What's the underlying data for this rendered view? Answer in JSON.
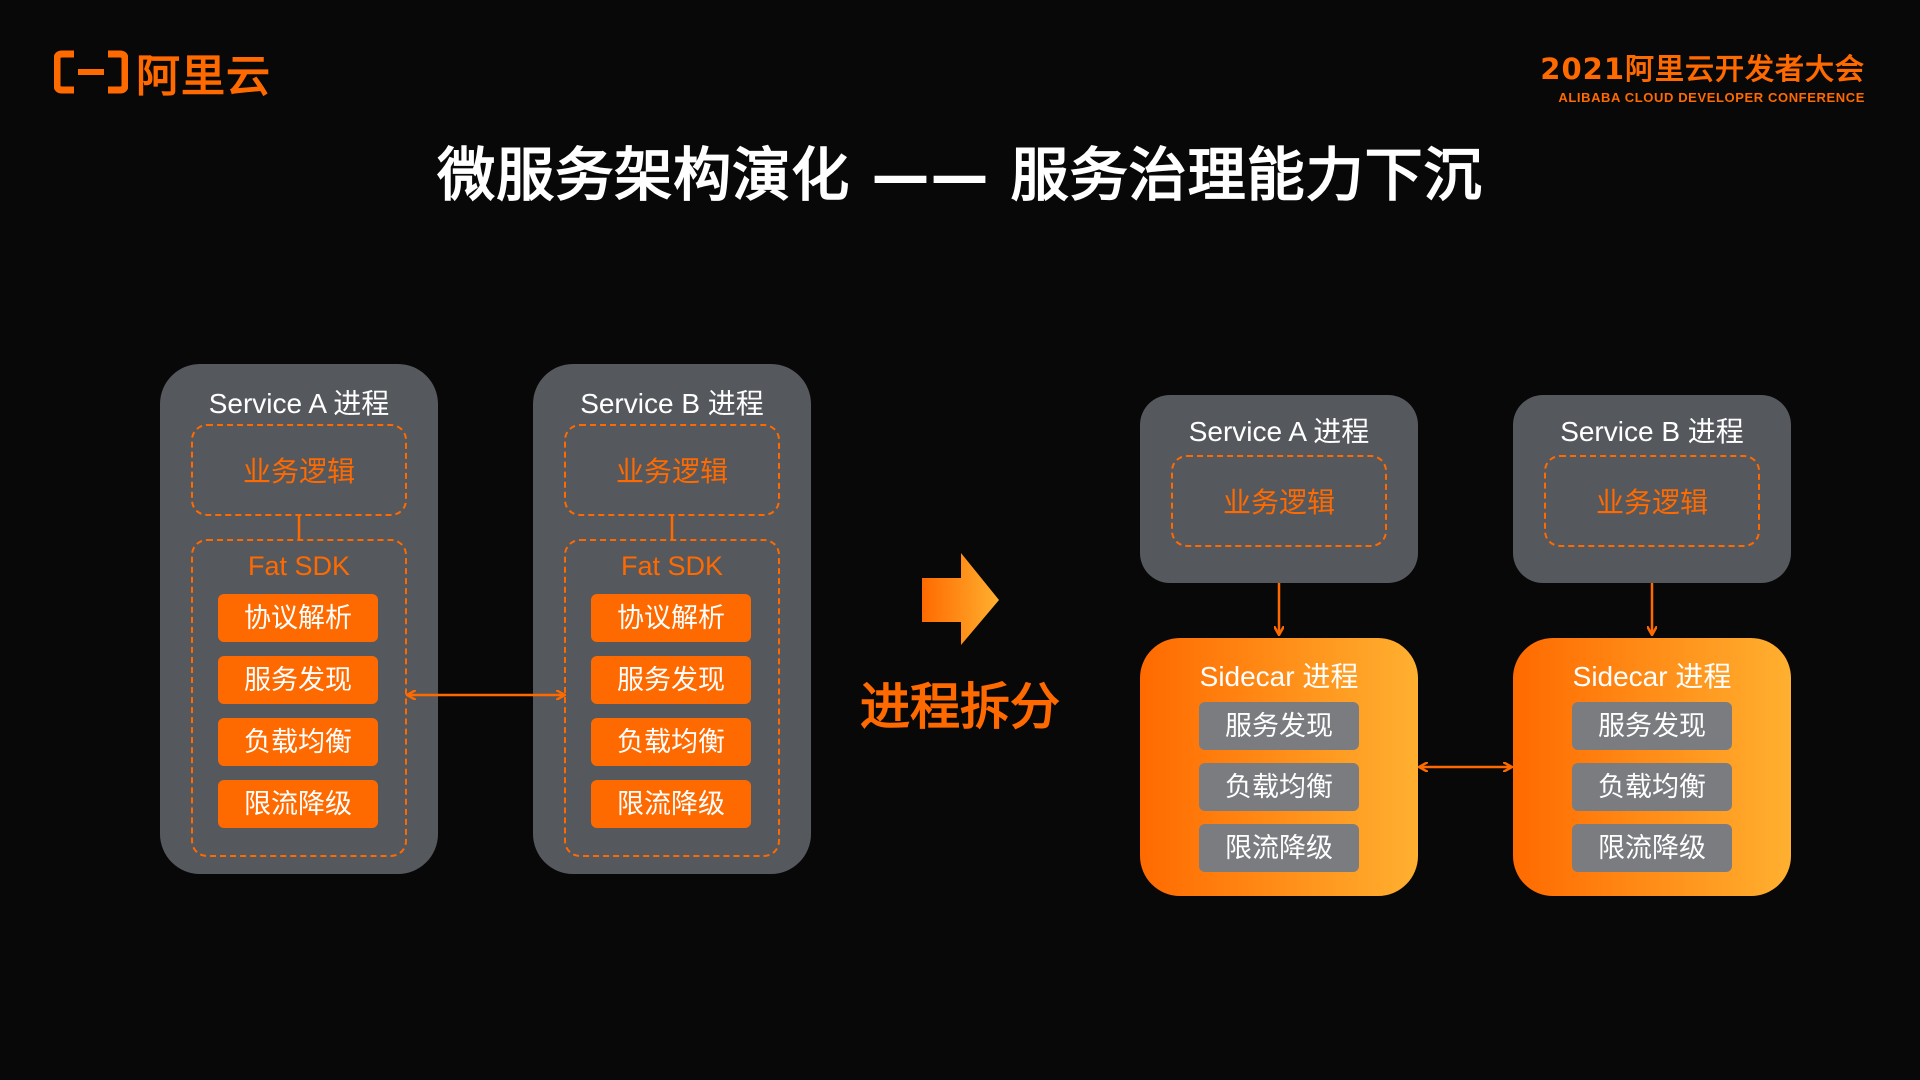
{
  "brand": {
    "logo_text": "阿里云"
  },
  "conference": {
    "title": "2021阿里云开发者大会",
    "subtitle": "ALIBABA CLOUD DEVELOPER CONFERENCE"
  },
  "slide": {
    "title": "微服务架构演化 —— 服务治理能力下沉"
  },
  "before": {
    "service_a": {
      "title": "Service A 进程",
      "business": "业务逻辑",
      "sdk_label": "Fat SDK",
      "sdk_items": [
        "协议解析",
        "服务发现",
        "负载均衡",
        "限流降级"
      ]
    },
    "service_b": {
      "title": "Service B 进程",
      "business": "业务逻辑",
      "sdk_label": "Fat SDK",
      "sdk_items": [
        "协议解析",
        "服务发现",
        "负载均衡",
        "限流降级"
      ]
    }
  },
  "transition": {
    "label": "进程拆分"
  },
  "after": {
    "service_a": {
      "title": "Service A 进程",
      "business": "业务逻辑"
    },
    "service_b": {
      "title": "Service B 进程",
      "business": "业务逻辑"
    },
    "sidecar_a": {
      "title": "Sidecar 进程",
      "items": [
        "服务发现",
        "负载均衡",
        "限流降级"
      ]
    },
    "sidecar_b": {
      "title": "Sidecar 进程",
      "items": [
        "服务发现",
        "负载均衡",
        "限流降级"
      ]
    }
  },
  "colors": {
    "accent": "#ff6a00",
    "accent_light": "#ffb030",
    "panel": "#55585d",
    "chip_gray": "#7a7c80",
    "background": "#080808"
  }
}
